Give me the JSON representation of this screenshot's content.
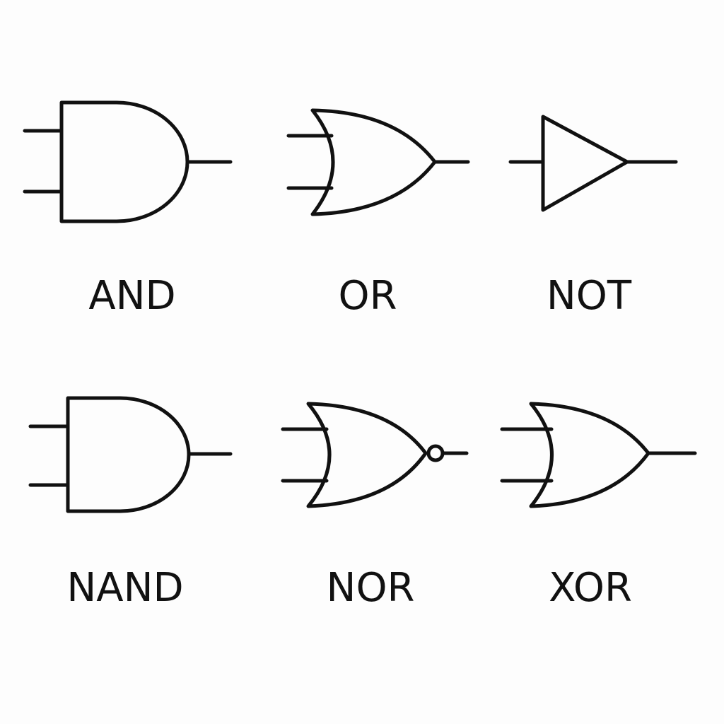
{
  "colors": {
    "background": "#fdfdfd",
    "stroke": "#111111",
    "label": "#111111"
  },
  "gates": [
    {
      "id": "and",
      "label": "AND",
      "symbol": "and-gate-icon"
    },
    {
      "id": "or",
      "label": "OR",
      "symbol": "or-gate-icon"
    },
    {
      "id": "not",
      "label": "NOT",
      "symbol": "not-gate-icon"
    },
    {
      "id": "nand",
      "label": "NAND",
      "symbol": "nand-gate-icon"
    },
    {
      "id": "nor",
      "label": "NOR",
      "symbol": "nor-gate-icon"
    },
    {
      "id": "xor",
      "label": "XOR",
      "symbol": "xor-gate-icon"
    }
  ]
}
